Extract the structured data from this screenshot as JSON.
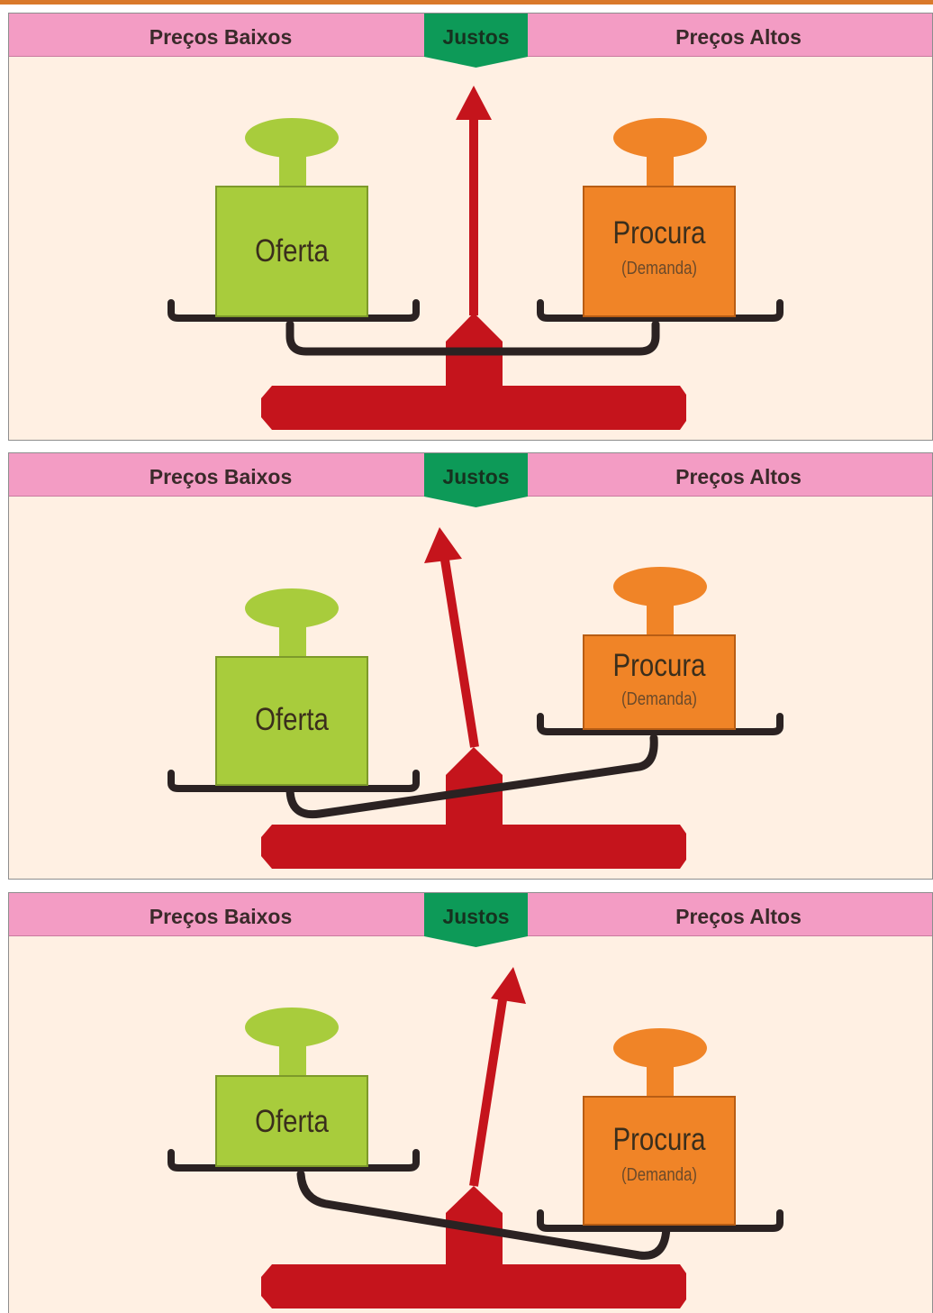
{
  "panels": [
    {
      "band": {
        "low_label": "Preços Baixos",
        "center_label": "Justos",
        "high_label": "Preços Altos"
      },
      "supply": {
        "label": "Oferta",
        "color": "#a8cc3c"
      },
      "demand": {
        "label": "Procura",
        "sublabel": "(Demanda)",
        "color": "#f08427"
      },
      "state": "balanced"
    },
    {
      "band": {
        "low_label": "Preços Baixos",
        "center_label": "Justos",
        "high_label": "Preços Altos"
      },
      "supply": {
        "label": "Oferta",
        "color": "#a8cc3c"
      },
      "demand": {
        "label": "Procura",
        "sublabel": "(Demanda)",
        "color": "#f08427"
      },
      "state": "supply-heavier"
    },
    {
      "band": {
        "low_label": "Preços Baixos",
        "center_label": "Justos",
        "high_label": "Preços Altos"
      },
      "supply": {
        "label": "Oferta",
        "color": "#a8cc3c"
      },
      "demand": {
        "label": "Procura",
        "sublabel": "(Demanda)",
        "color": "#f08427"
      },
      "state": "demand-heavier"
    }
  ],
  "colors": {
    "band": "#f39cc4",
    "justos_tab": "#0d9a58",
    "panel_background": "#fff0e3",
    "scale_body": "#c5141c",
    "scale_arm": "#2b2222",
    "top_line": "#d9792b"
  }
}
